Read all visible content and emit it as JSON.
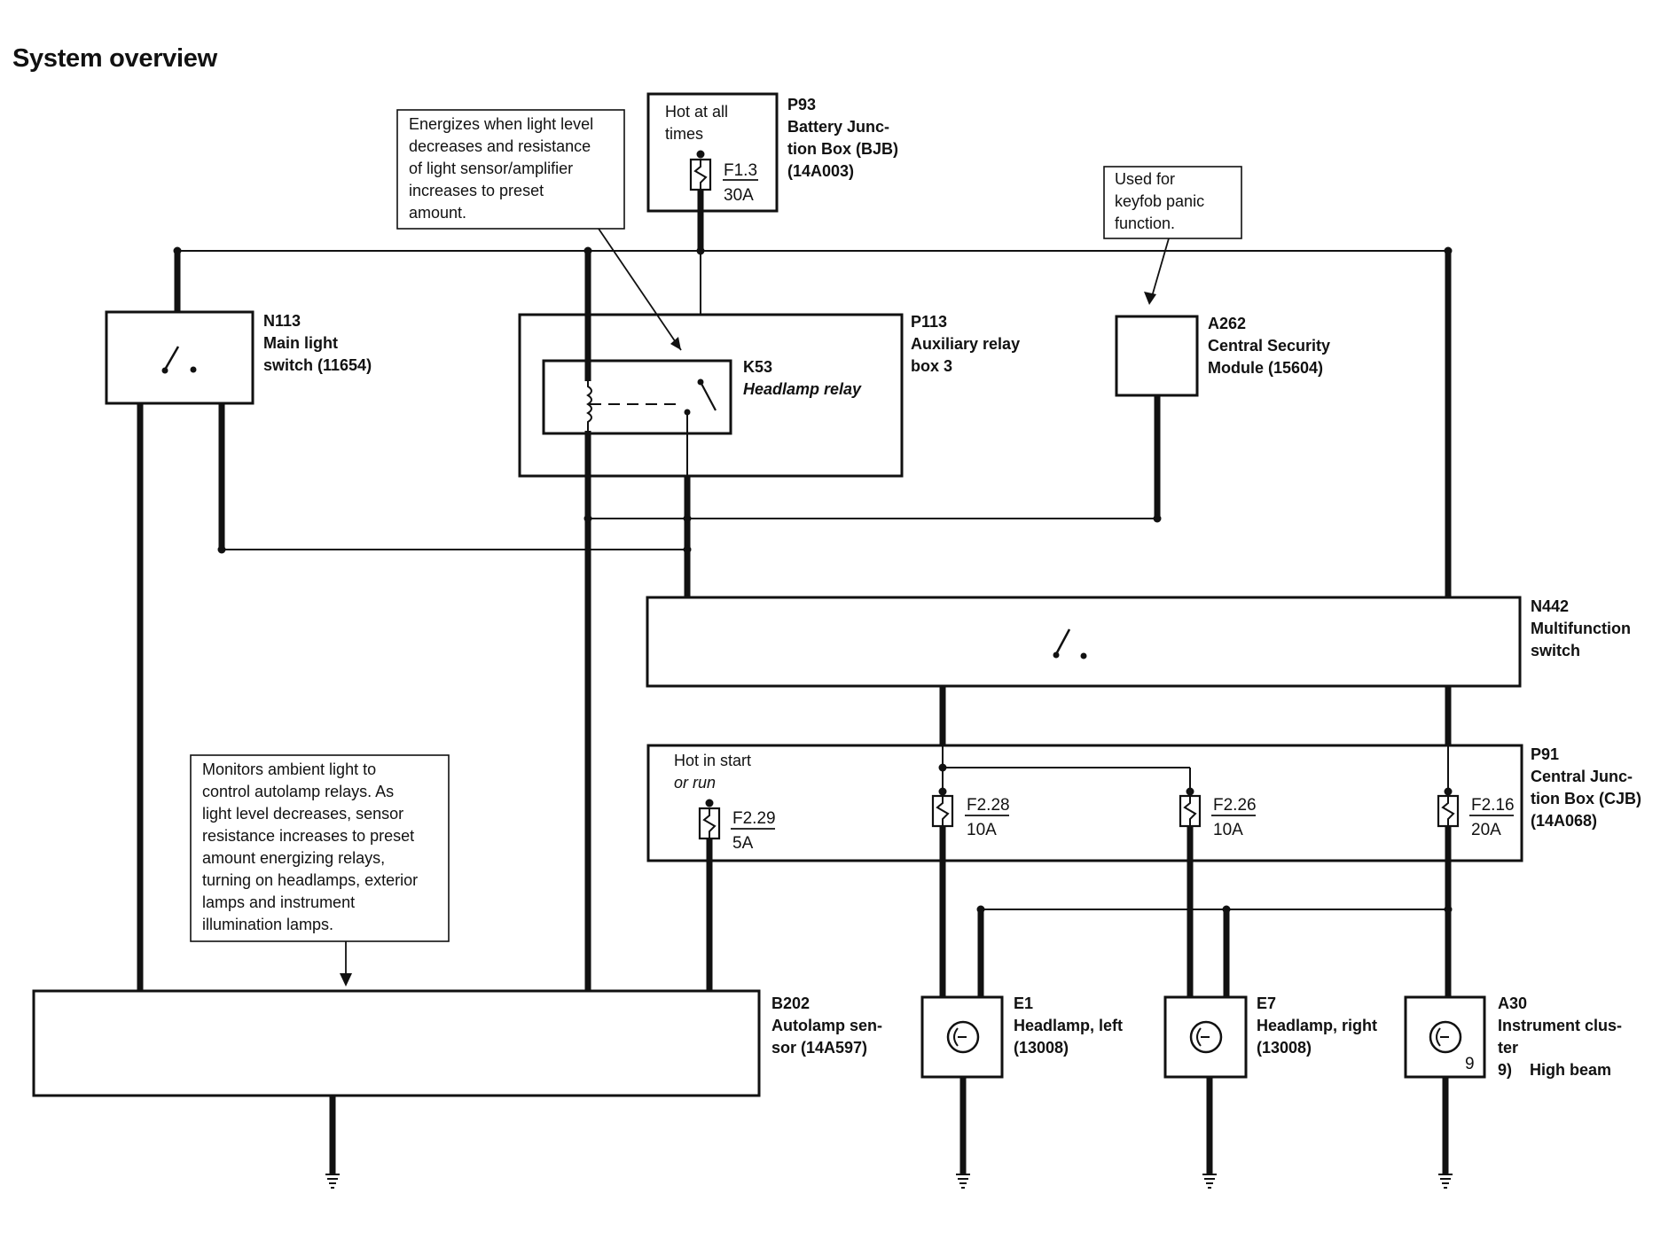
{
  "title": "System overview",
  "notes": {
    "relay_note": [
      "Energizes when light level",
      "decreases and resistance",
      "of light sensor/amplifier",
      "increases to preset",
      "amount."
    ],
    "bjb_note": [
      "Hot at all",
      "times"
    ],
    "keyfob_note": [
      "Used for",
      "keyfob panic",
      "function."
    ],
    "sensor_note": [
      "Monitors ambient light to",
      "control autolamp relays.  As",
      "light level decreases, sensor",
      "resistance increases to preset",
      "amount energizing relays,",
      "turning on headlamps, exterior",
      "lamps and instrument",
      "illumination lamps."
    ],
    "cjb_note": [
      "Hot in start",
      "or run"
    ]
  },
  "components": {
    "p93": [
      "P93",
      "Battery Junc-",
      "tion Box (BJB)",
      "(14A003)"
    ],
    "n113": [
      "N113",
      "Main light",
      "switch (11654)"
    ],
    "p113": [
      "P113",
      "Auxiliary relay",
      "box 3"
    ],
    "k53": [
      "K53",
      "Headlamp relay"
    ],
    "a262": [
      "A262",
      "Central Security",
      "Module (15604)"
    ],
    "n442": [
      "N442",
      "Multifunction",
      "switch"
    ],
    "p91": [
      "P91",
      "Central Junc-",
      "tion Box (CJB)",
      "(14A068)"
    ],
    "b202": [
      "B202",
      "Autolamp sen-",
      "sor (14A597)"
    ],
    "e1": [
      "E1",
      "Headlamp, left",
      "(13008)"
    ],
    "e7": [
      "E7",
      "Headlamp, right",
      "(13008)"
    ],
    "a30": [
      "A30",
      "Instrument clus-",
      "ter",
      "9)    High beam"
    ]
  },
  "fuses": {
    "f13": [
      "F1.3",
      "30A"
    ],
    "f229": [
      "F2.29",
      "5A"
    ],
    "f228": [
      "F2.28",
      "10A"
    ],
    "f226": [
      "F2.26",
      "10A"
    ],
    "f216": [
      "F2.16",
      "20A"
    ]
  },
  "a30_pin": "9"
}
